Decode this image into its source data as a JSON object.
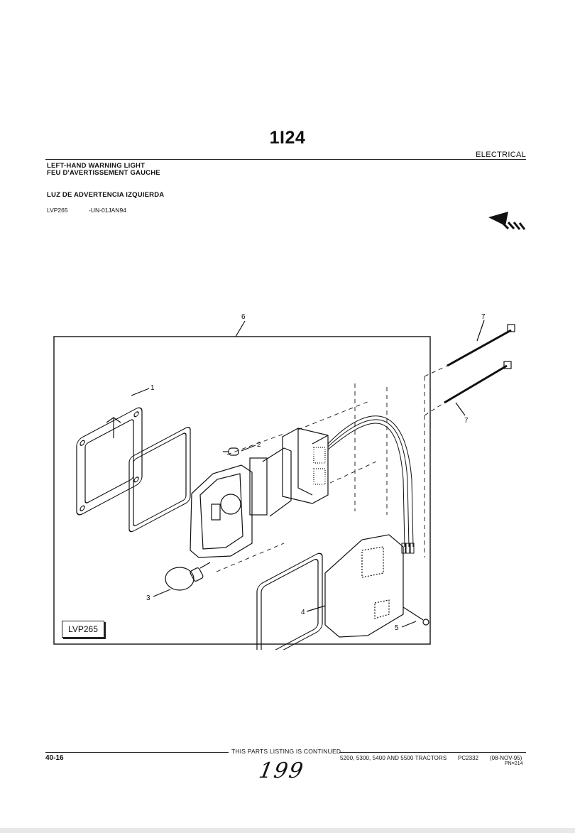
{
  "header": {
    "page_code": "1I24",
    "section": "ELECTRICAL",
    "title_en": "LEFT-HAND WARNING LIGHT",
    "title_fr": "FEU D'AVERTISSEMENT GAUCHE",
    "title_es": "LUZ DE ADVERTENCIA IZQUIERDA",
    "figure_ref": "LVP265",
    "serial_note": "-UN-01JAN94"
  },
  "figure": {
    "label": "LVP265",
    "callouts": [
      "1",
      "2",
      "3",
      "4",
      "5",
      "6",
      "7",
      "7"
    ],
    "icon": "direction-arrow-icon"
  },
  "footer": {
    "page_number": "40-16",
    "continued": "THIS PARTS LISTING IS CONTINUED",
    "models": "5200, 5300, 5400 AND 5500 TRACTORS",
    "catalog": "PC2332",
    "date": "(08-NOV-95)",
    "pn": "PN=214",
    "handwritten": "199"
  }
}
